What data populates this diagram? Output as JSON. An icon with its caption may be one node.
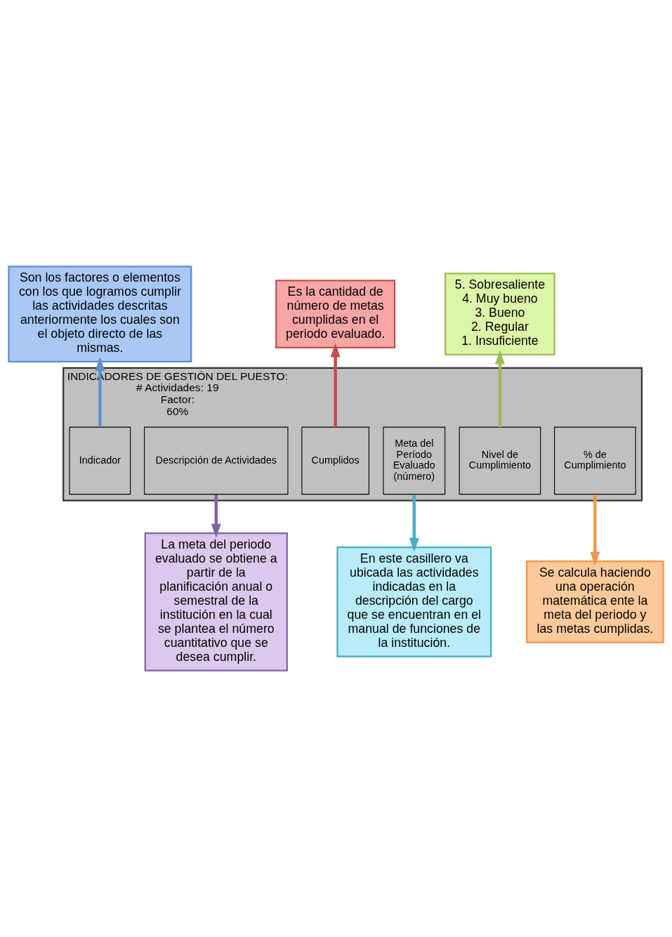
{
  "diagram": {
    "nodes": [
      {
        "text": [
          "Son los factores o elementos con los que logramos cumplir las actividades descritas anteriormente los cuales son el objeto directo de las mismas."
        ]
      },
      {
        "text": [
          "Es la cantidad de número de metas cumplidas en el periodo evaluado."
        ]
      },
      {
        "text": [
          "5. Sobresaliente",
          "4. Muy bueno",
          "3. Bueno",
          "2. Regular",
          "1. Insuficiente"
        ]
      },
      {
        "text": [
          "INDICADORES DE GESTIÓN DEL PUESTO:",
          "# Actividades: 19",
          "Factor:",
          "60%"
        ]
      },
      {
        "text": [
          "Descripción de Actividades"
        ],
        "in": 3
      },
      {
        "text": [
          "Indicador"
        ],
        "in": 3
      },
      {
        "text": [
          "Meta del Período Evaluado (número)"
        ],
        "in": 3
      },
      {
        "text": [
          "Cumplidos"
        ],
        "in": 3
      },
      {
        "text": [
          "% de Cumplimiento"
        ],
        "in": 3
      },
      {
        "text": [
          "Nivel de Cumplimiento"
        ],
        "in": 3
      },
      {
        "text": [
          "La meta del periodo evaluado se obtiene a partir de la planificación anual o semestral de la institución en la cual se plantea el número cuantitativo que se desea cumplir."
        ]
      },
      {
        "text": [
          "En este casillero va ubicada las actividades indicadas en la descripción del cargo que se encuentran en el manual de funciones de la institución."
        ]
      },
      {
        "text": [
          "Se calcula haciendo una operación matemática ente la meta del periodo y las metas cumplidas."
        ]
      }
    ],
    "edges": [
      {
        "from": 5,
        "to": 0,
        "arrow": "to",
        "color": "#5b8fcf"
      },
      {
        "from": 7,
        "to": 1,
        "arrow": "to",
        "color": "#c0504d"
      },
      {
        "from": 9,
        "to": 2,
        "arrow": "to",
        "color": "#9bbb59"
      },
      {
        "from": 4,
        "to": 10,
        "arrow": "to",
        "color": "#8064a2"
      },
      {
        "from": 6,
        "to": 11,
        "arrow": "to",
        "color": "#4bacc6"
      },
      {
        "from": 8,
        "to": 12,
        "arrow": "to",
        "color": "#f79646"
      }
    ]
  }
}
